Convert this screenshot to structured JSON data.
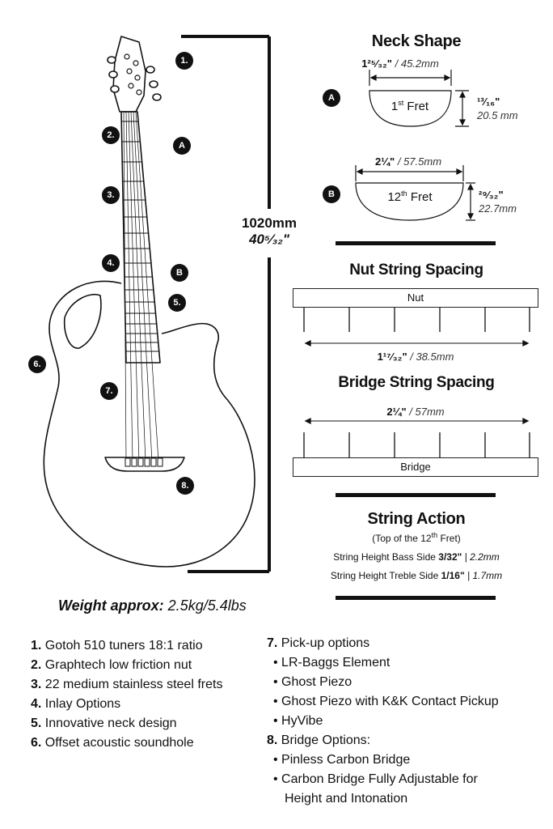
{
  "guitar": {
    "total_length": "1020mm",
    "total_length_in": "40⁵⁄₃₂\"",
    "badges": [
      "1.",
      "2.",
      "3.",
      "4.",
      "5.",
      "6.",
      "7.",
      "8.",
      "A",
      "B"
    ]
  },
  "neck_shape": {
    "title": "Neck Shape",
    "a": {
      "badge": "A",
      "width_in": "1²⁵⁄₃₂\"",
      "width_mm": "/ 45.2mm",
      "fret_num": "1",
      "fret_sup": "st",
      "fret_word": " Fret",
      "depth_in": "¹³⁄₁₆\"",
      "depth_mm": "20.5 mm"
    },
    "b": {
      "badge": "B",
      "width_in": "2¼\"",
      "width_mm": "/ 57.5mm",
      "fret_num": "12",
      "fret_sup": "th",
      "fret_word": " Fret",
      "depth_in": "²⁹⁄₃₂\"",
      "depth_mm": "22.7mm"
    }
  },
  "nut_spacing": {
    "title": "Nut String Spacing",
    "label": "Nut",
    "width_in": "1¹⁷⁄₃₂\"",
    "width_mm": "/ 38.5mm"
  },
  "bridge_spacing": {
    "title": "Bridge String Spacing",
    "label": "Bridge",
    "width_in": "2¼\"",
    "width_mm": "/ 57mm"
  },
  "string_action": {
    "title": "String Action",
    "subtitle_pre": "(Top of the 12",
    "subtitle_sup": "th",
    "subtitle_post": " Fret)",
    "bass_label": "String Height Bass Side ",
    "bass_in": "3/32\"",
    "bass_mm": " | 2.2mm",
    "treble_label": "String Height Treble Side ",
    "treble_in": "1/16\"",
    "treble_mm": " | 1.7mm"
  },
  "weight": {
    "label": "Weight approx:",
    "value": " 2.5kg/5.4lbs"
  },
  "features_left": [
    {
      "num": "1.",
      "text": " Gotoh 510 tuners 18:1 ratio"
    },
    {
      "num": "2.",
      "text": " Graphtech low friction nut"
    },
    {
      "num": "3.",
      "text": " 22 medium stainless steel frets"
    },
    {
      "num": "4.",
      "text": " Inlay Options"
    },
    {
      "num": "5.",
      "text": " Innovative neck design"
    },
    {
      "num": "6.",
      "text": " Offset acoustic soundhole"
    }
  ],
  "features_right": {
    "pickups": {
      "num": "7.",
      "text": " Pick-up options"
    },
    "pickup_items": [
      "LR-Baggs Element",
      "Ghost Piezo",
      "Ghost Piezo with K&K Contact Pickup",
      "HyVibe"
    ],
    "bridge": {
      "num": "8.",
      "text": " Bridge Options:"
    },
    "bridge_items": [
      "Pinless Carbon Bridge",
      "Carbon Bridge Fully Adjustable for",
      "Height and Intonation"
    ]
  }
}
